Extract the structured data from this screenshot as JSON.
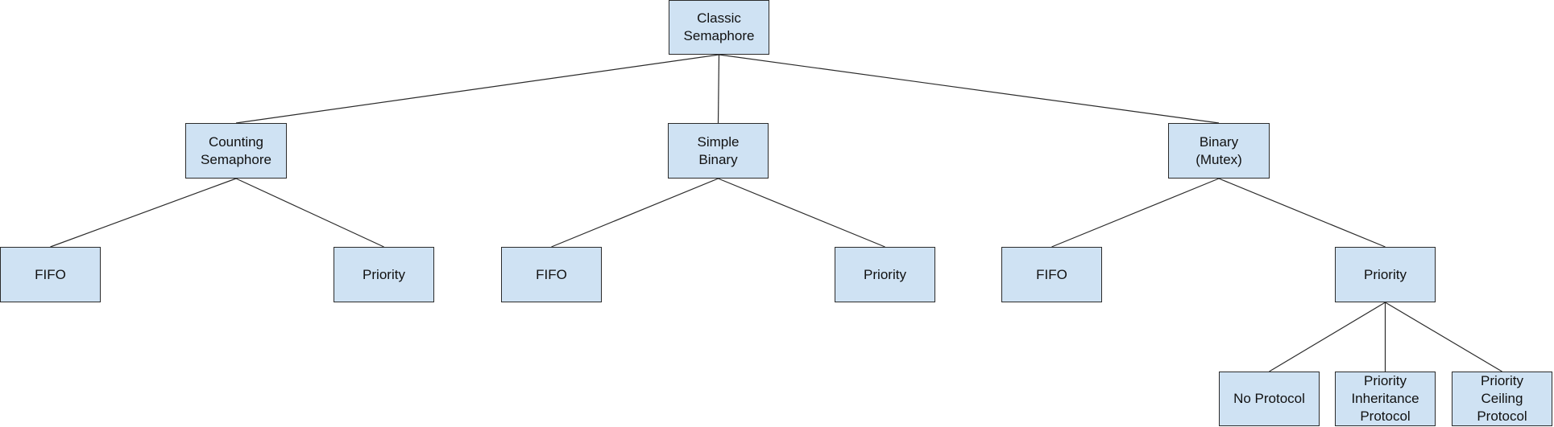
{
  "colors": {
    "node_fill": "#cfe2f3",
    "node_border": "#2b2b2b",
    "edge": "#2b2b2b",
    "text": "#111111"
  },
  "nodes": [
    {
      "id": "classic",
      "label": "Classic\nSemaphore"
    },
    {
      "id": "counting",
      "label": "Counting\nSemaphore"
    },
    {
      "id": "simple",
      "label": "Simple\nBinary"
    },
    {
      "id": "binary",
      "label": "Binary\n(Mutex)"
    },
    {
      "id": "counting-fifo",
      "label": "FIFO"
    },
    {
      "id": "counting-priority",
      "label": "Priority"
    },
    {
      "id": "simple-fifo",
      "label": "FIFO"
    },
    {
      "id": "simple-priority",
      "label": "Priority"
    },
    {
      "id": "binary-fifo",
      "label": "FIFO"
    },
    {
      "id": "binary-priority",
      "label": "Priority"
    },
    {
      "id": "no-protocol",
      "label": "No Protocol"
    },
    {
      "id": "pip",
      "label": "Priority\nInheritance\nProtocol"
    },
    {
      "id": "pcp",
      "label": "Priority\nCeiling\nProtocol"
    }
  ],
  "edges": [
    [
      "classic",
      "counting"
    ],
    [
      "classic",
      "simple"
    ],
    [
      "classic",
      "binary"
    ],
    [
      "counting",
      "counting-fifo"
    ],
    [
      "counting",
      "counting-priority"
    ],
    [
      "simple",
      "simple-fifo"
    ],
    [
      "simple",
      "simple-priority"
    ],
    [
      "binary",
      "binary-fifo"
    ],
    [
      "binary",
      "binary-priority"
    ],
    [
      "binary-priority",
      "no-protocol"
    ],
    [
      "binary-priority",
      "pip"
    ],
    [
      "binary-priority",
      "pcp"
    ]
  ]
}
